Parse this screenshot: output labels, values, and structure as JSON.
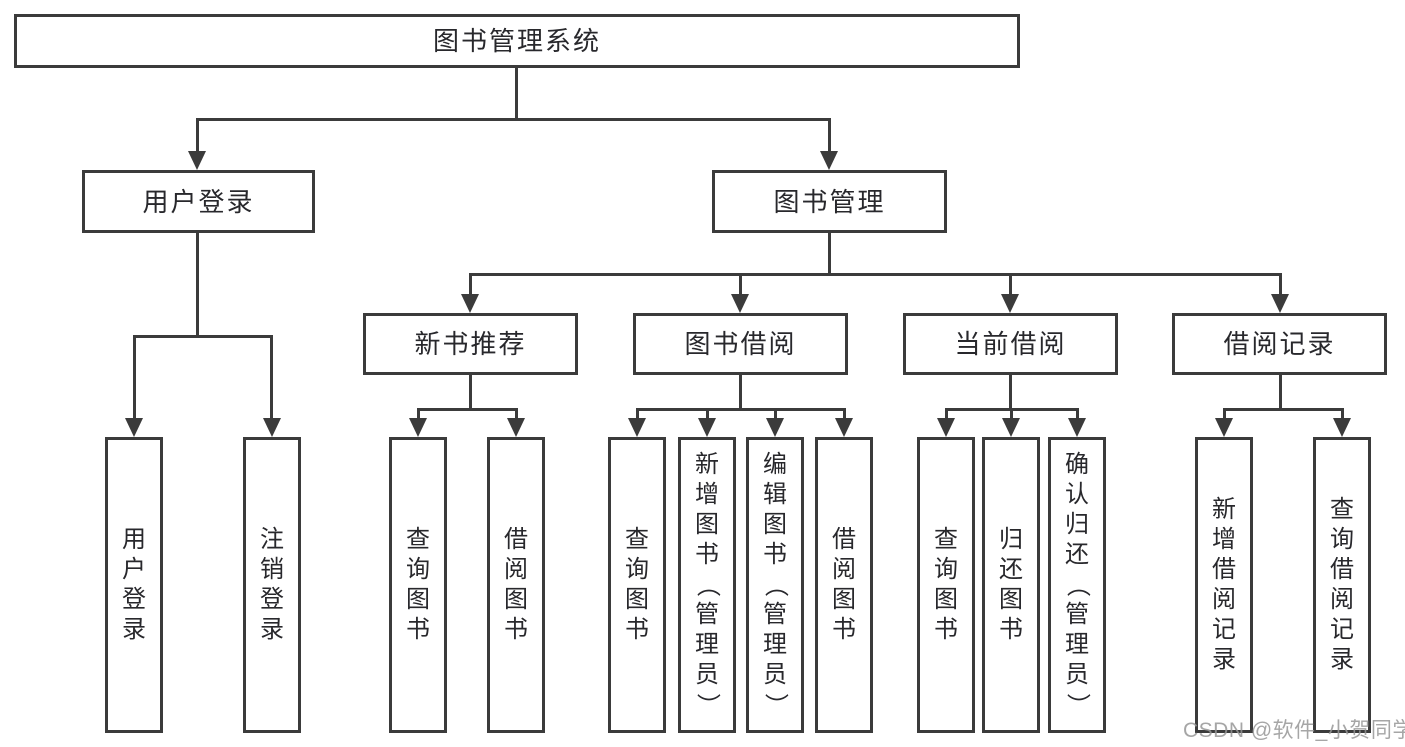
{
  "diagram": {
    "root": {
      "label": "图书管理系统"
    },
    "branches": [
      {
        "label": "用户登录",
        "children": [
          {
            "label": "用户登录"
          },
          {
            "label": "注销登录"
          }
        ]
      },
      {
        "label": "图书管理",
        "children": [
          {
            "label": "新书推荐",
            "children": [
              {
                "label": "查询图书"
              },
              {
                "label": "借阅图书"
              }
            ]
          },
          {
            "label": "图书借阅",
            "children": [
              {
                "label": "查询图书"
              },
              {
                "label": "新增图书（管理员）"
              },
              {
                "label": "编辑图书（管理员）"
              },
              {
                "label": "借阅图书"
              }
            ]
          },
          {
            "label": "当前借阅",
            "children": [
              {
                "label": "查询图书"
              },
              {
                "label": "归还图书"
              },
              {
                "label": "确认归还（管理员）"
              }
            ]
          },
          {
            "label": "借阅记录",
            "children": [
              {
                "label": "新增借阅记录"
              },
              {
                "label": "查询借阅记录"
              }
            ]
          }
        ]
      }
    ]
  },
  "watermark": {
    "text": "CSDN @软件_小贺同学"
  },
  "colors": {
    "line": "#3b3b3b",
    "text": "#28282c",
    "background": "#ffffff",
    "watermark": "#969696"
  }
}
